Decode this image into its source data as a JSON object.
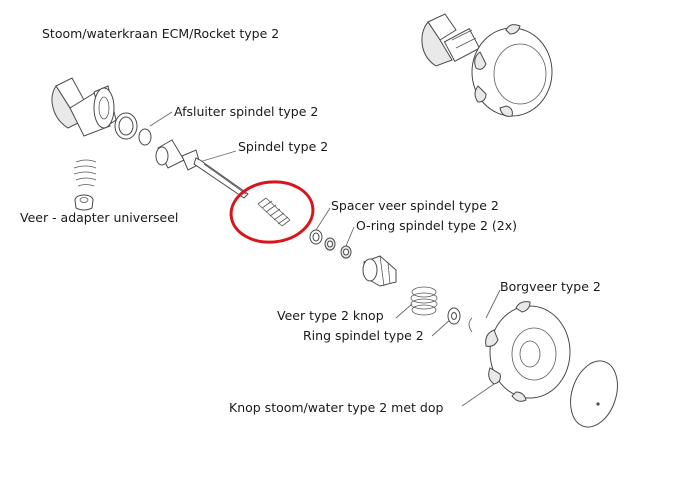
{
  "title": "Stoom/waterkraan ECM/Rocket type 2",
  "labels": {
    "afsluiter": "Afsluiter spindel type 2",
    "spindel": "Spindel type 2",
    "veer_adapter": "Veer - adapter universeel",
    "spacer": "Spacer veer spindel type 2",
    "oring": "O-ring spindel type 2 (2x)",
    "borgveer": "Borgveer type 2",
    "veer_knop": "Veer type 2 knop",
    "ring": "Ring spindel type 2",
    "knop": "Knop stoom/water type 2 met dop"
  },
  "colors": {
    "highlight": "#d9141b",
    "line": "#4a4a4a",
    "text": "#1a1a1a"
  }
}
